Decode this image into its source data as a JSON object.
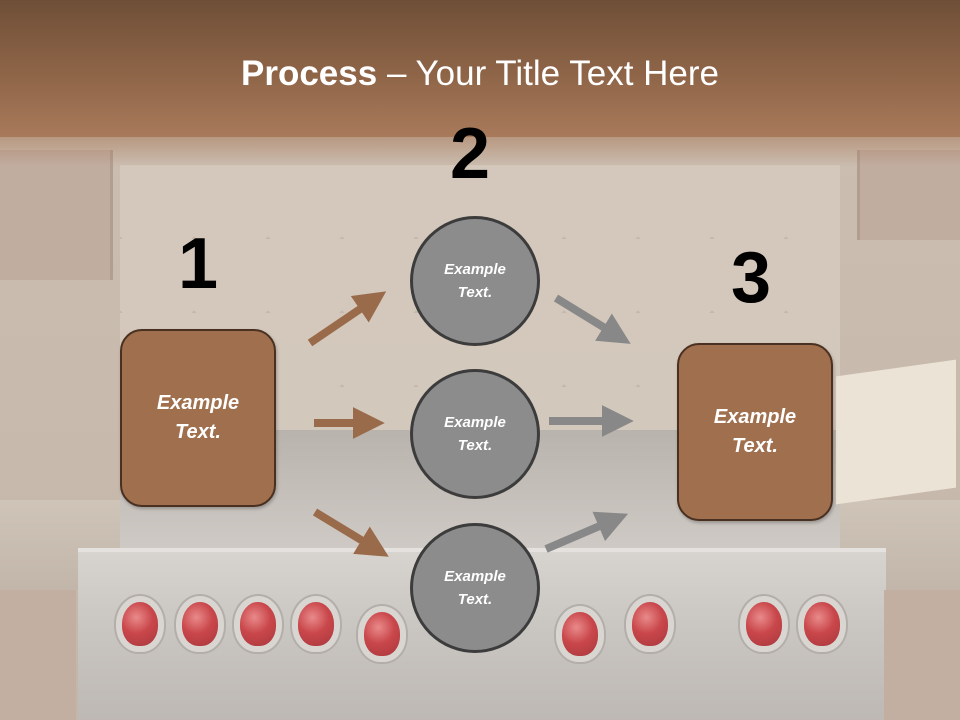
{
  "title": {
    "bold": "Process",
    "rest": " – Your Title Text Here"
  },
  "steps": [
    {
      "number": "1",
      "text_line1": "Example",
      "text_line2": "Text."
    },
    {
      "number": "2"
    },
    {
      "number": "3",
      "text_line1": "Example",
      "text_line2": "Text."
    }
  ],
  "circles": [
    {
      "text_line1": "Example",
      "text_line2": "Text."
    },
    {
      "text_line1": "Example",
      "text_line2": "Text."
    },
    {
      "text_line1": "Example",
      "text_line2": "Text."
    }
  ],
  "colors": {
    "box_fill": "#a0704e",
    "circle_fill": "#8c8c8c",
    "arrow_brown": "#9a6b4a",
    "arrow_gray": "#888888",
    "header": "#8f6548"
  }
}
